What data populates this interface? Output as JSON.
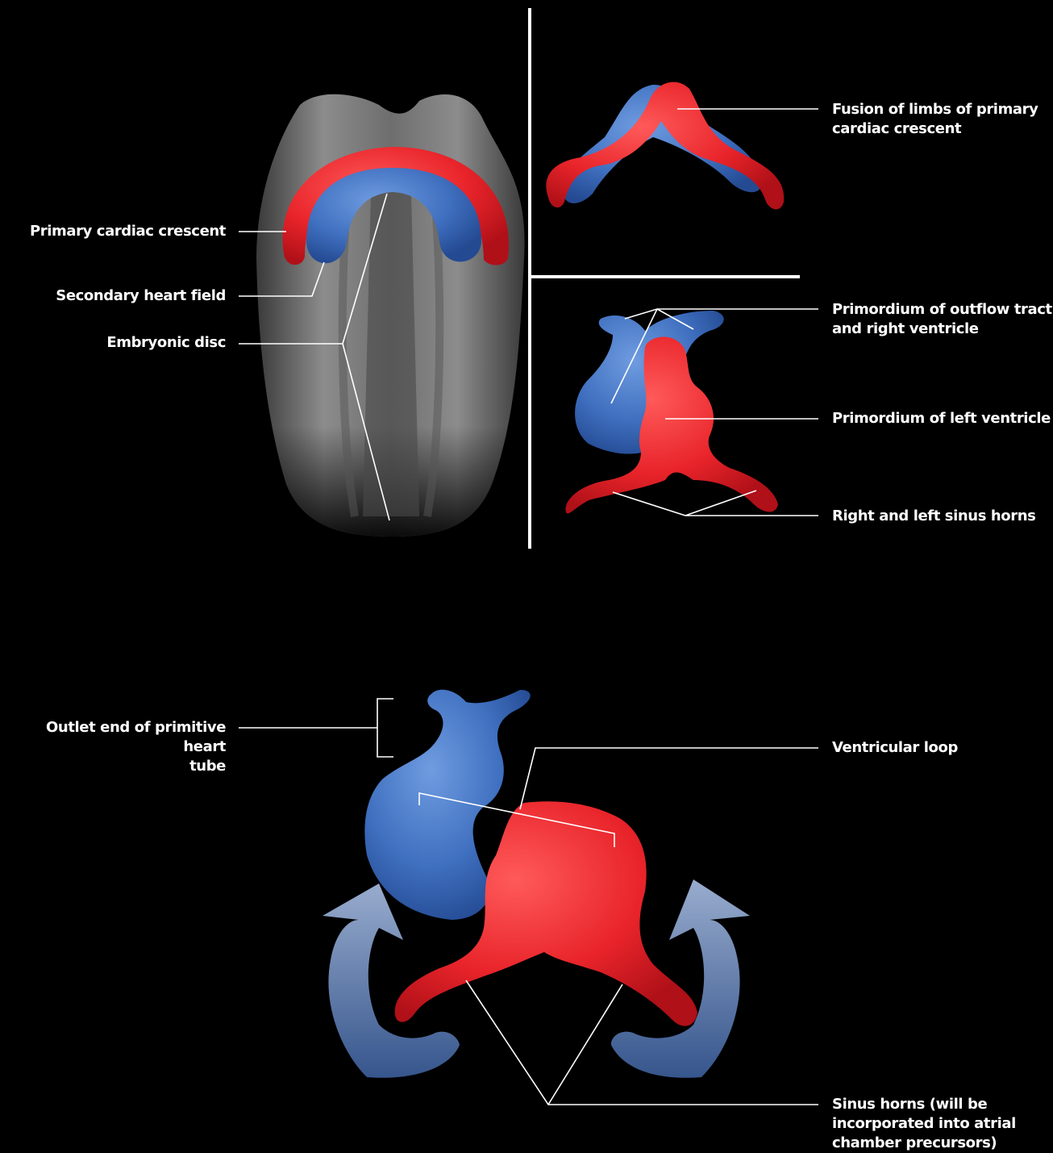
{
  "labels": {
    "primary_cardiac_crescent": "Primary cardiac crescent",
    "secondary_heart_field": "Secondary heart field",
    "embryonic_disc": "Embryonic disc",
    "fusion_of_limbs": "Fusion of limbs of primary\ncardiac crescent",
    "primordium_outflow": "Primordium of outflow tract\nand right ventricle",
    "primordium_left_ventricle": "Primordium of left ventricle",
    "right_left_sinus_horns": "Right and left sinus horns",
    "outlet_end": "Outlet end of primitive heart\ntube",
    "ventricular_loop": "Ventricular loop",
    "sinus_horns_atrial": "Sinus horns (will be\nincorporated into atrial\nchamber precursors)"
  },
  "colors": {
    "background": "#000000",
    "secondary_heart_field_blue": "#3f6fbf",
    "primary_crescent_red": "#e8242a",
    "embryo_gray": "#8a8a8a",
    "arrow_blue": "#9db4dc",
    "leader_line": "#ffffff"
  }
}
